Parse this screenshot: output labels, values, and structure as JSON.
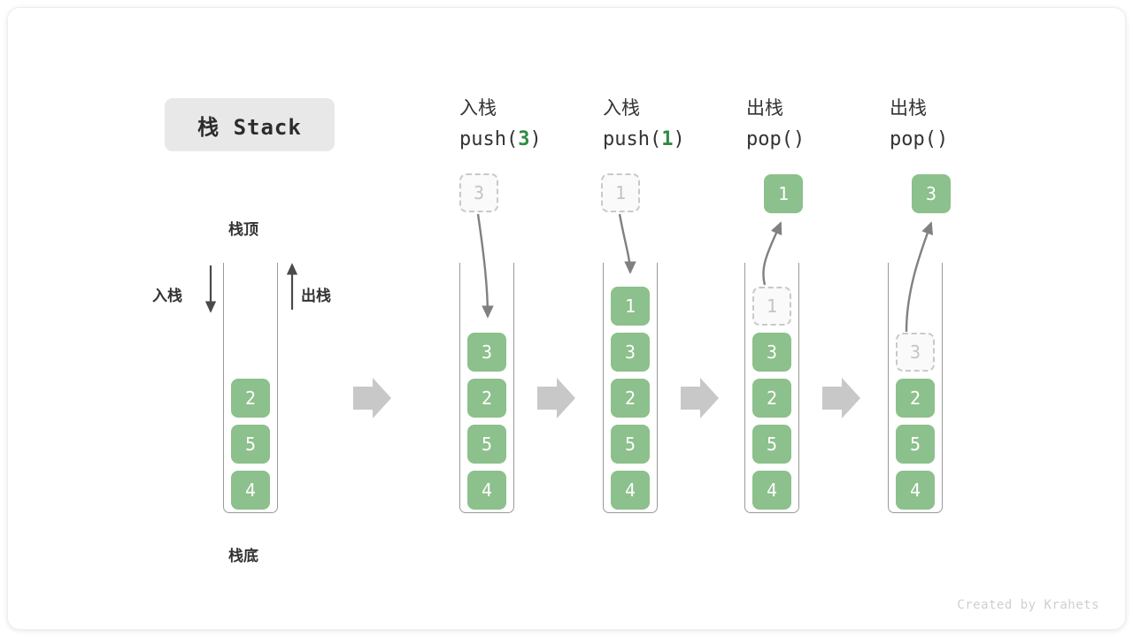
{
  "title_badge": {
    "text": "栈 Stack"
  },
  "credit": "Created by Krahets",
  "colors": {
    "element_green": "#8cc08c",
    "accent_green_text": "#2e8b45",
    "ghost_border": "#c9c9c9",
    "ghost_text": "#c4c4c4",
    "arrow_gray": "#808080",
    "block_arrow_gray": "#c8c8c8",
    "stack_border": "#9a9a9a",
    "badge_bg": "#e8e8e8"
  },
  "base_stack": {
    "top_label": "栈顶",
    "bottom_label": "栈底",
    "push_label": "入栈",
    "pop_label": "出栈",
    "cells": [
      "2",
      "5",
      "4"
    ]
  },
  "steps": [
    {
      "header_cn": "入栈",
      "header_code_prefix": "push(",
      "header_code_value": "3",
      "header_code_suffix": ")",
      "float_box": {
        "value": "3",
        "style": "ghost"
      },
      "arrow_direction": "push",
      "cells": [
        {
          "value": "3",
          "style": "solid"
        },
        {
          "value": "2",
          "style": "solid"
        },
        {
          "value": "5",
          "style": "solid"
        },
        {
          "value": "4",
          "style": "solid"
        }
      ]
    },
    {
      "header_cn": "入栈",
      "header_code_prefix": "push(",
      "header_code_value": "1",
      "header_code_suffix": ")",
      "float_box": {
        "value": "1",
        "style": "ghost"
      },
      "arrow_direction": "push",
      "cells": [
        {
          "value": "1",
          "style": "solid"
        },
        {
          "value": "3",
          "style": "solid"
        },
        {
          "value": "2",
          "style": "solid"
        },
        {
          "value": "5",
          "style": "solid"
        },
        {
          "value": "4",
          "style": "solid"
        }
      ]
    },
    {
      "header_cn": "出栈",
      "header_code_prefix": "pop(",
      "header_code_value": "",
      "header_code_suffix": ")",
      "float_box": {
        "value": "1",
        "style": "solid"
      },
      "arrow_direction": "pop",
      "cells": [
        {
          "value": "1",
          "style": "ghost"
        },
        {
          "value": "3",
          "style": "solid"
        },
        {
          "value": "2",
          "style": "solid"
        },
        {
          "value": "5",
          "style": "solid"
        },
        {
          "value": "4",
          "style": "solid"
        }
      ]
    },
    {
      "header_cn": "出栈",
      "header_code_prefix": "pop(",
      "header_code_value": "",
      "header_code_suffix": ")",
      "float_box": {
        "value": "3",
        "style": "solid"
      },
      "arrow_direction": "pop",
      "cells": [
        {
          "value": "3",
          "style": "ghost"
        },
        {
          "value": "2",
          "style": "solid"
        },
        {
          "value": "5",
          "style": "solid"
        },
        {
          "value": "4",
          "style": "solid"
        }
      ]
    }
  ]
}
